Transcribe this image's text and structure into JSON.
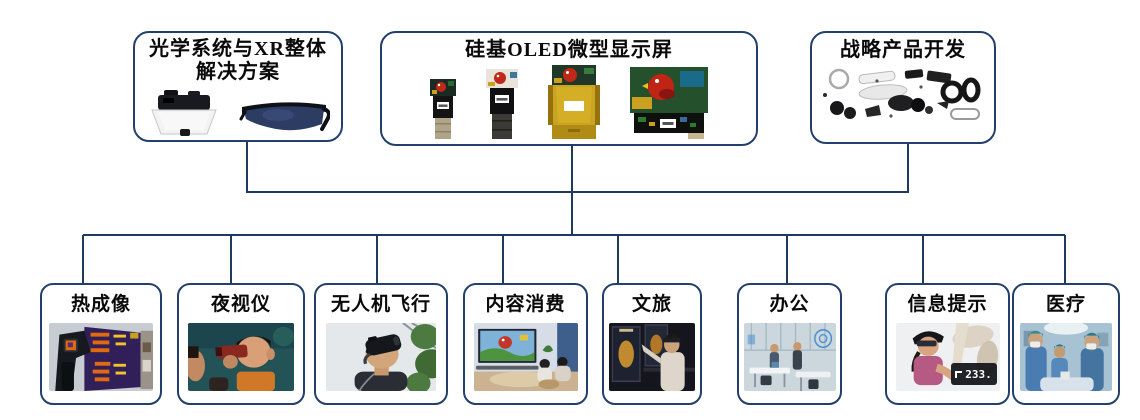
{
  "theme": {
    "background": "#ffffff",
    "line_color": "#1e3a5f",
    "box_border_color": "#23406c",
    "box_background": "#ffffff",
    "title_color": "#0a0a0a"
  },
  "top_nodes": [
    {
      "id": "optics-xr-solution",
      "label_lines": [
        "光学系统与XR整体",
        "解决方案"
      ],
      "images": [
        "ar-viewer-photo",
        "ar-glasses-photo"
      ]
    },
    {
      "id": "silicon-oled-microdisplay",
      "label_lines": [
        "硅基OLED微型显示屏"
      ],
      "images": [
        "oled-module-small-photo",
        "oled-module-medium-photo",
        "oled-module-yellow-photo",
        "oled-module-large-photo"
      ]
    },
    {
      "id": "strategic-product-development",
      "label_lines": [
        "战略产品开发"
      ],
      "images": [
        "exploded-components-photo"
      ]
    }
  ],
  "bottom_nodes": [
    {
      "id": "thermal-imaging",
      "label": "热成像",
      "photo": "thermal-camera-photo"
    },
    {
      "id": "night-vision",
      "label": "夜视仪",
      "photo": "night-vision-kids-photo"
    },
    {
      "id": "drone-flight",
      "label": "无人机飞行",
      "photo": "fpv-goggles-photo"
    },
    {
      "id": "content-consumption",
      "label": "内容消费",
      "photo": "living-room-screen-photo"
    },
    {
      "id": "culture-tourism",
      "label": "文旅",
      "photo": "museum-ar-photo"
    },
    {
      "id": "office",
      "label": "办公",
      "photo": "office-ar-photo"
    },
    {
      "id": "information-prompt",
      "label": "信息提示",
      "photo": "cycling-hud-photo",
      "photo_overlay_text": "233."
    },
    {
      "id": "medical",
      "label": "医疗",
      "photo": "surgery-room-photo"
    }
  ]
}
